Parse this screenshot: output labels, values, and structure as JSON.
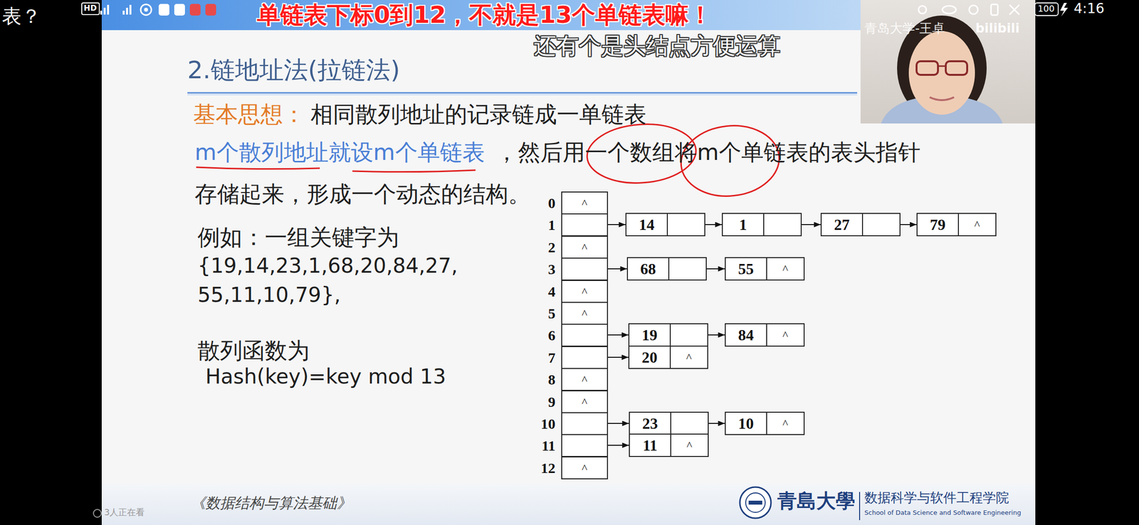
{
  "diagram": {
    "title": "2.链地址法(拉链法)",
    "nodes": [
      {
        "text": [
          "0",
          "^"
        ]
      },
      {
        "text": [
          "1"
        ]
      },
      {
        "text": [
          "2",
          "^"
        ]
      },
      {
        "text": [
          "3"
        ]
      },
      {
        "text": [
          "4",
          "^"
        ]
      },
      {
        "text": [
          "5",
          "^"
        ]
      },
      {
        "text": [
          "6"
        ]
      },
      {
        "text": [
          "7"
        ]
      },
      {
        "text": [
          "8",
          "^"
        ]
      },
      {
        "text": [
          "9",
          "^"
        ]
      },
      {
        "text": [
          "10"
        ]
      },
      {
        "text": [
          "11"
        ]
      },
      {
        "text": [
          "12",
          "^"
        ]
      },
      {
        "text": [
          "14"
        ]
      },
      {
        "text": [
          "1"
        ]
      },
      {
        "text": [
          "27"
        ]
      },
      {
        "text": [
          "79",
          "^"
        ]
      },
      {
        "text": [
          "68"
        ]
      },
      {
        "text": [
          "55",
          "^"
        ]
      },
      {
        "text": [
          "19"
        ]
      },
      {
        "text": [
          "84",
          "^"
        ]
      },
      {
        "text": [
          "20",
          "^"
        ]
      },
      {
        "text": [
          "23"
        ]
      },
      {
        "text": [
          "10",
          "^"
        ]
      },
      {
        "text": [
          "11",
          "^"
        ]
      }
    ],
    "edges": [
      {
        "from": 1,
        "to": 13,
        "arrow": "to"
      },
      {
        "from": 13,
        "to": 14,
        "arrow": "to"
      },
      {
        "from": 14,
        "to": 15,
        "arrow": "to"
      },
      {
        "from": 15,
        "to": 16,
        "arrow": "to"
      },
      {
        "from": 3,
        "to": 17,
        "arrow": "to"
      },
      {
        "from": 17,
        "to": 18,
        "arrow": "to"
      },
      {
        "from": 6,
        "to": 19,
        "arrow": "to"
      },
      {
        "from": 19,
        "to": 20,
        "arrow": "to"
      },
      {
        "from": 7,
        "to": 21,
        "arrow": "to"
      },
      {
        "from": 10,
        "to": 22,
        "arrow": "to"
      },
      {
        "from": 22,
        "to": 23,
        "arrow": "to"
      },
      {
        "from": 11,
        "to": 24,
        "arrow": "to"
      }
    ],
    "labels": [
      "表？",
      "HD",
      "4:16",
      "100",
      "单链表下标0到12，不就是13个单链表嘛！",
      "还有个是头结点方便运算",
      "青岛大学-王卓",
      "bilibili",
      "基本思想：",
      "相同散列地址的记录链成一单链表",
      "m个散列地址就设m个单链表",
      "，然后用一个数组将m个单链表的表头指针",
      "存储起来，形成一个动态的结构。",
      "例如：一组关键字为",
      "{19,14,23,1,68,20,84,27,",
      "55,11,10,79},",
      "散列函数为",
      "Hash(key)=key mod 13",
      "《数据结构与算法基础》",
      "青島大學",
      "数据科学与软件工程学院",
      "School of Data Science and Software Engineering",
      "3人正在看"
    ]
  }
}
